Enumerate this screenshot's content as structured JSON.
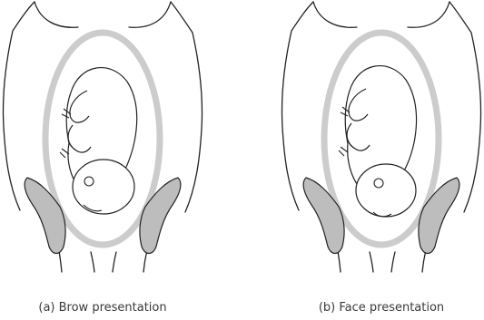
{
  "figure": {
    "panels": [
      {
        "id": "a",
        "caption": "(a) Brow presentation"
      },
      {
        "id": "b",
        "caption": "(b) Face presentation"
      }
    ],
    "colors": {
      "line": "#222222",
      "uterus_wall": "#cccccc",
      "bone_fill": "#bdbdbd",
      "background": "#ffffff"
    }
  }
}
